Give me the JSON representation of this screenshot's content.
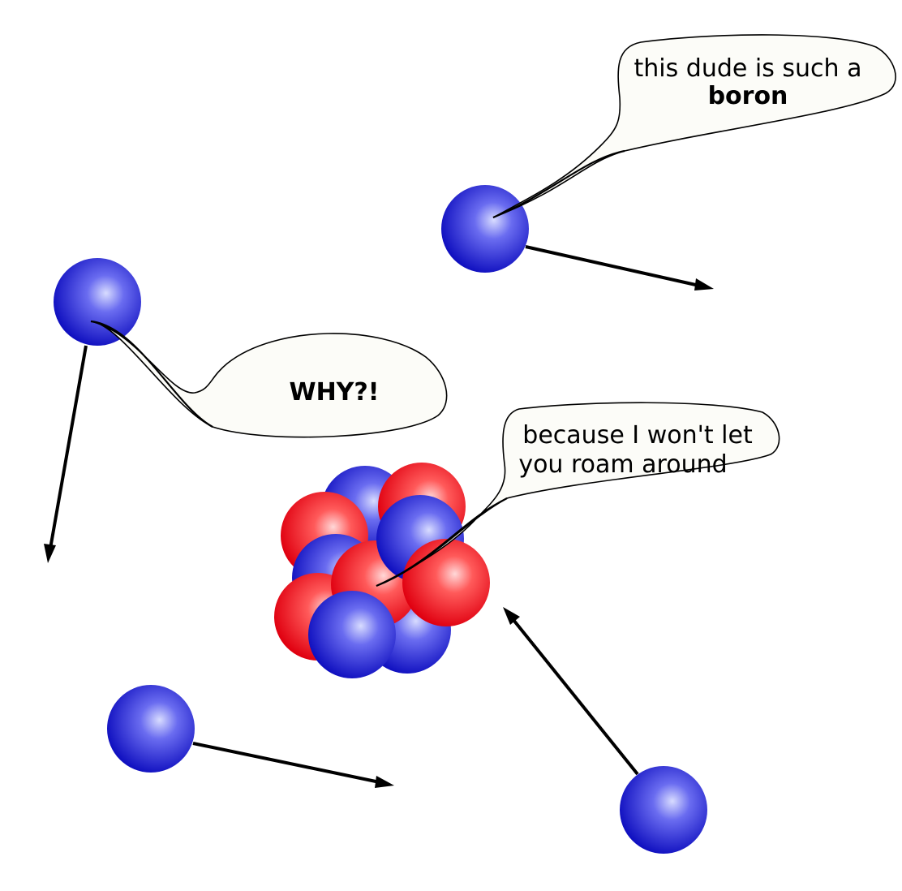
{
  "bubbles": {
    "boron": {
      "line1": "this dude is such a",
      "line2": "boron"
    },
    "why": {
      "text": "WHY?!"
    },
    "nucleus": {
      "line1": "because I won't let",
      "line2": "you roam around"
    }
  },
  "particles": {
    "neutron_color": "#1a1acc",
    "proton_color": "#e01020"
  }
}
